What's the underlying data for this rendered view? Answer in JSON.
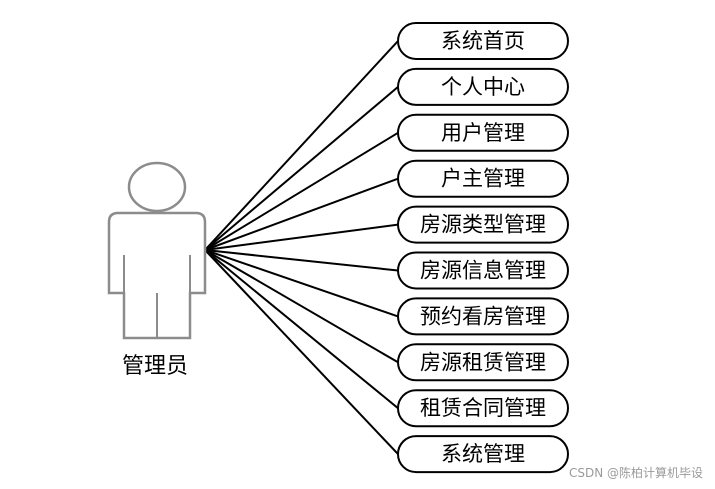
{
  "actor": {
    "label": "管理员"
  },
  "use_cases": [
    {
      "label": "系统首页"
    },
    {
      "label": "个人中心"
    },
    {
      "label": "用户管理"
    },
    {
      "label": "户主管理"
    },
    {
      "label": "房源类型管理"
    },
    {
      "label": "房源信息管理"
    },
    {
      "label": "预约看房管理"
    },
    {
      "label": "房源租赁管理"
    },
    {
      "label": "租赁合同管理"
    },
    {
      "label": "系统管理"
    }
  ],
  "watermark": "CSDN @陈柏计算机毕设",
  "colors": {
    "stroke": "#000000",
    "actor_fill": "#ffffff",
    "actor_stroke": "#8c8c8c",
    "background": "#ffffff"
  }
}
